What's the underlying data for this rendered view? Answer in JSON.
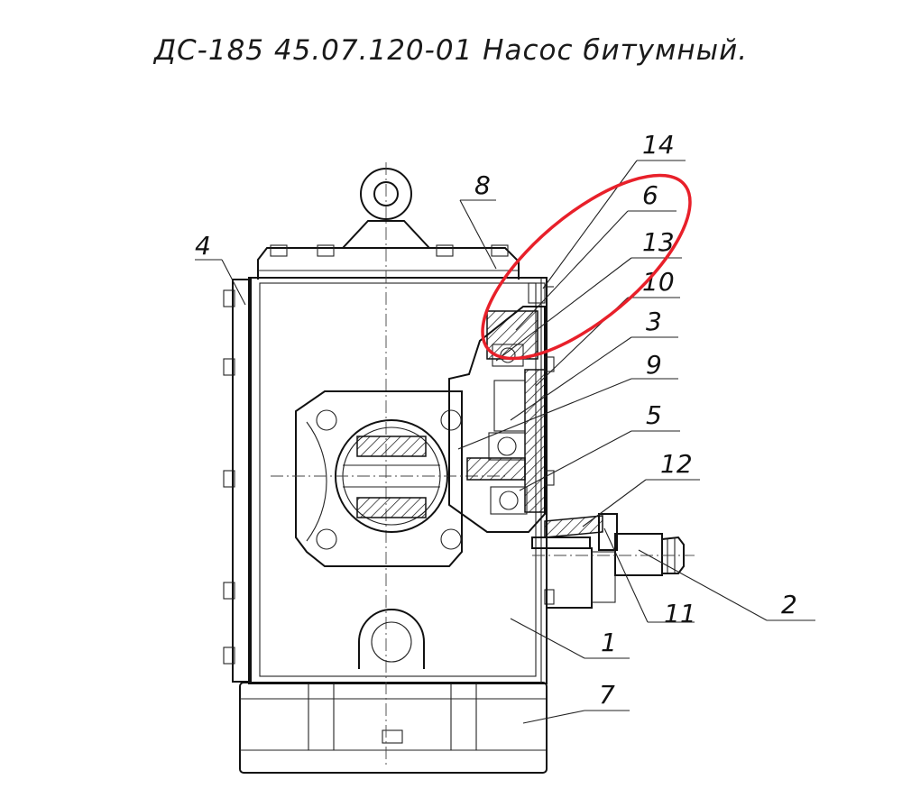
{
  "title": "ДС-185 45.07.120-01 Насос битумный.",
  "callouts": [
    "1",
    "2",
    "3",
    "4",
    "5",
    "6",
    "7",
    "8",
    "9",
    "10",
    "11",
    "12",
    "13",
    "14"
  ],
  "highlight_color": "#e8202a"
}
